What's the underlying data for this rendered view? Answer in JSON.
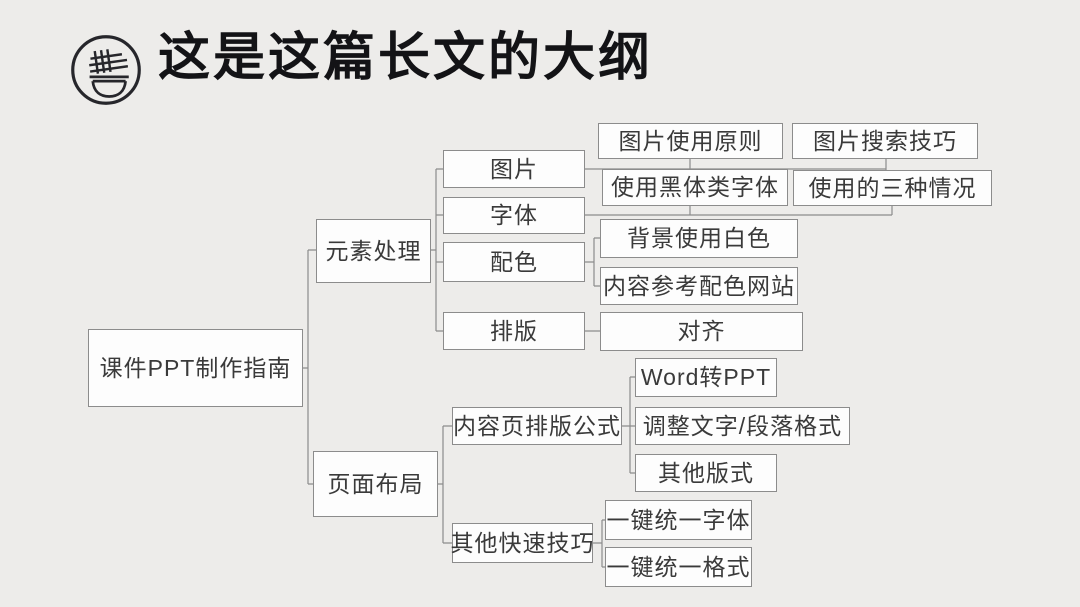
{
  "header": {
    "title": "这是这篇长文的大纲",
    "logo_icon": "noodle-bowl-logo"
  },
  "colors": {
    "background": "#edecea",
    "node_fill": "#fdfdfd",
    "node_border": "#8c8c8c",
    "node_text": "#3a3a3a",
    "connector": "#8c8c8c",
    "title_text": "#131316",
    "logo_stroke": "#26262b"
  },
  "mindmap": {
    "root": {
      "label": "课件PPT制作指南",
      "children": [
        {
          "label": "元素处理",
          "children": [
            {
              "label": "图片",
              "children": [
                {
                  "label": "图片使用原则"
                },
                {
                  "label": "图片搜索技巧"
                }
              ]
            },
            {
              "label": "字体",
              "children": [
                {
                  "label": "使用黑体类字体"
                },
                {
                  "label": "使用的三种情况"
                }
              ]
            },
            {
              "label": "配色",
              "children": [
                {
                  "label": "背景使用白色"
                },
                {
                  "label": "内容参考配色网站"
                }
              ]
            },
            {
              "label": "排版",
              "children": [
                {
                  "label": "对齐"
                }
              ]
            }
          ]
        },
        {
          "label": "页面布局",
          "children": [
            {
              "label": "内容页排版公式",
              "children": [
                {
                  "label": "Word转PPT"
                },
                {
                  "label": "调整文字/段落格式"
                },
                {
                  "label": "其他版式"
                }
              ]
            },
            {
              "label": "其他快速技巧",
              "children": [
                {
                  "label": "一键统一字体"
                },
                {
                  "label": "一键统一格式"
                }
              ]
            }
          ]
        }
      ]
    }
  }
}
